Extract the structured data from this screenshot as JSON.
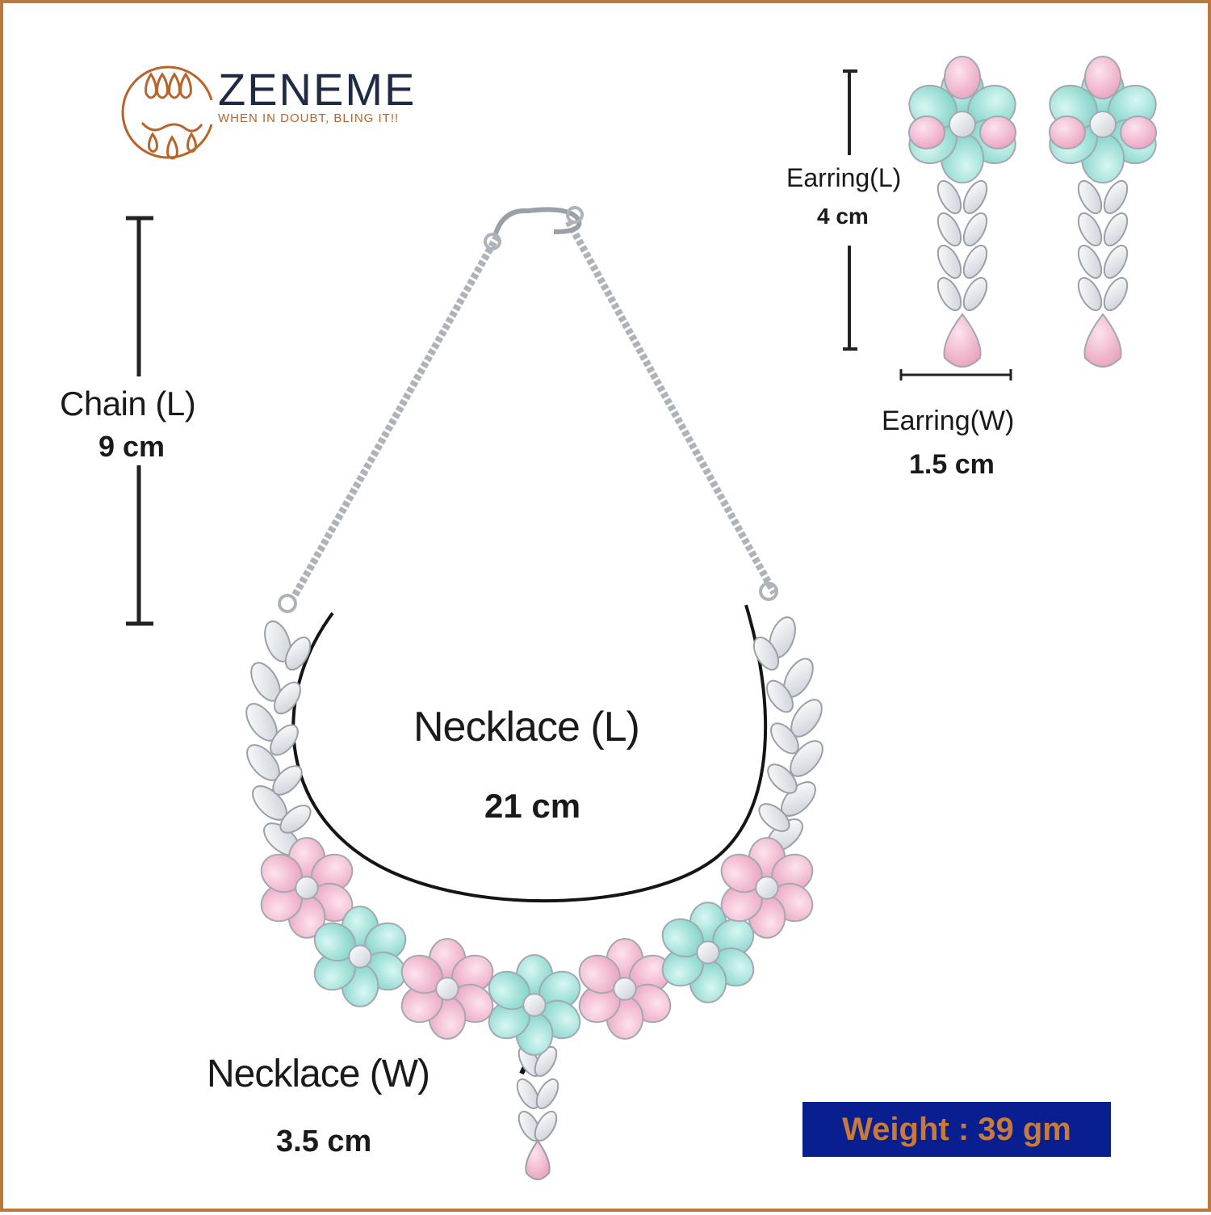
{
  "brand": {
    "name": "ZENEME",
    "tagline": "WHEN IN DOUBT, BLING IT!!",
    "accent_color": "#b8642a",
    "name_color": "#1f2a44",
    "logo_icon": "earring-drops-circle-logo"
  },
  "chain": {
    "label": "Chain (L)",
    "value": "9 cm"
  },
  "earring_length": {
    "label": "Earring(L)",
    "value": "4 cm"
  },
  "earring_width": {
    "label": "Earring(W)",
    "value": "1.5 cm"
  },
  "necklace_length": {
    "label": "Necklace (L)",
    "value": "21 cm"
  },
  "necklace_width": {
    "label": "Necklace (W)",
    "value": "3.5 cm"
  },
  "weight": {
    "text": "Weight : 39 gm",
    "box_color": "#0a1f8f",
    "text_color": "#c77a3a"
  },
  "stone_colors": {
    "pink": "#f3b9cf",
    "mint": "#9fe1d9",
    "clear": "#eef1f4"
  },
  "frame_color": "#b87a3d"
}
